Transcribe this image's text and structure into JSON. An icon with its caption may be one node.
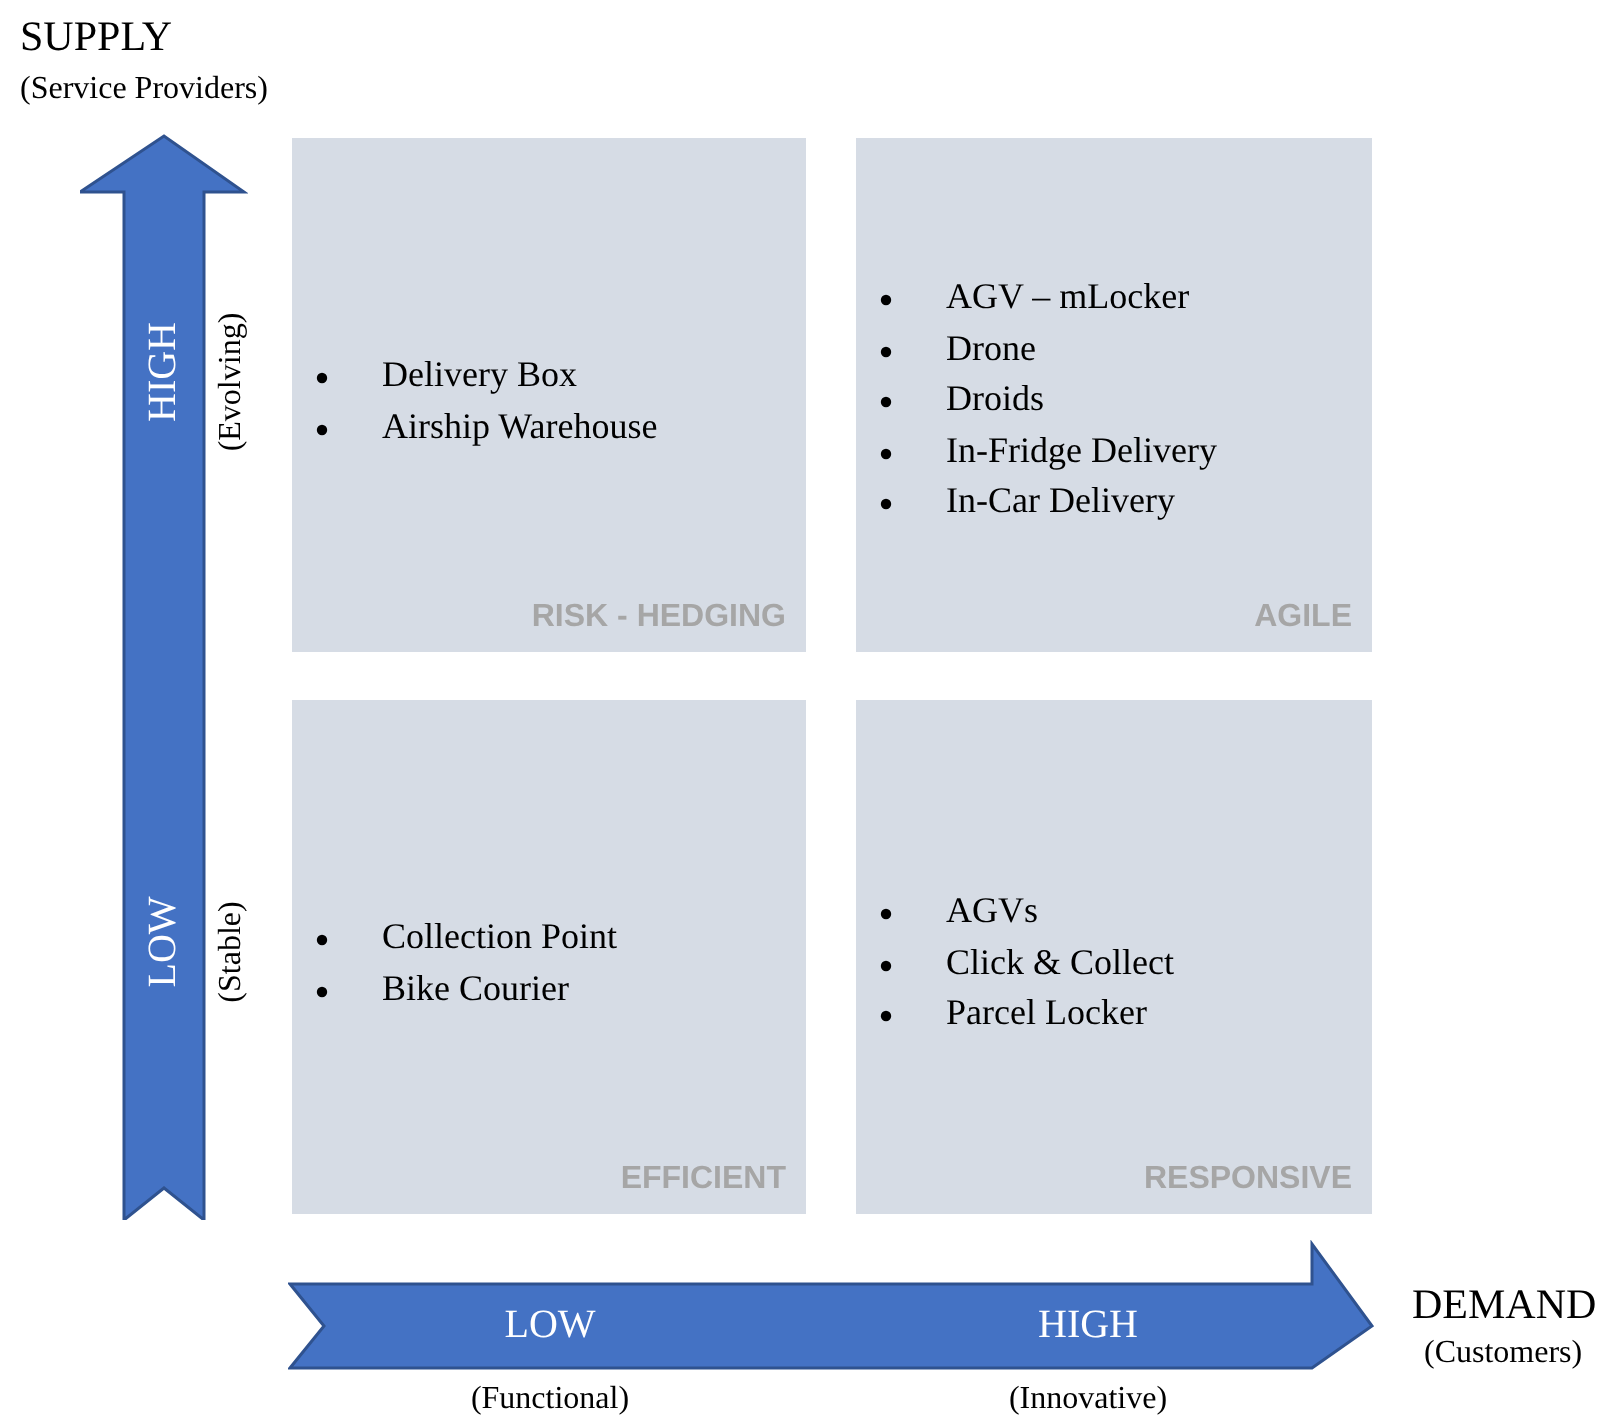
{
  "diagram": {
    "nodes": [
      {
        "text": [
          "HIGH",
          "LOW"
        ],
        "beside": [
          "(Evolving)",
          "(Stable)"
        ]
      },
      {
        "text": [
          "Delivery Box",
          "Airship Warehouse",
          "RISK - HEDGING"
        ]
      },
      {
        "text": [
          "AGV – mLocker",
          "Drone",
          "Droids",
          "In-Fridge Delivery",
          "In-Car Delivery",
          "AGILE"
        ]
      },
      {
        "text": [
          "Collection Point",
          "Bike Courier",
          "EFFICIENT"
        ]
      },
      {
        "text": [
          "AGVs",
          "Click & Collect",
          "Parcel Locker",
          "RESPONSIVE"
        ]
      },
      {
        "text": [
          "LOW",
          "HIGH"
        ],
        "beside": [
          "(Functional)",
          "(Innovative)"
        ]
      }
    ],
    "labels": [
      "SUPPLY",
      "(Service Providers)",
      "DEMAND",
      "(Customers)"
    ]
  }
}
